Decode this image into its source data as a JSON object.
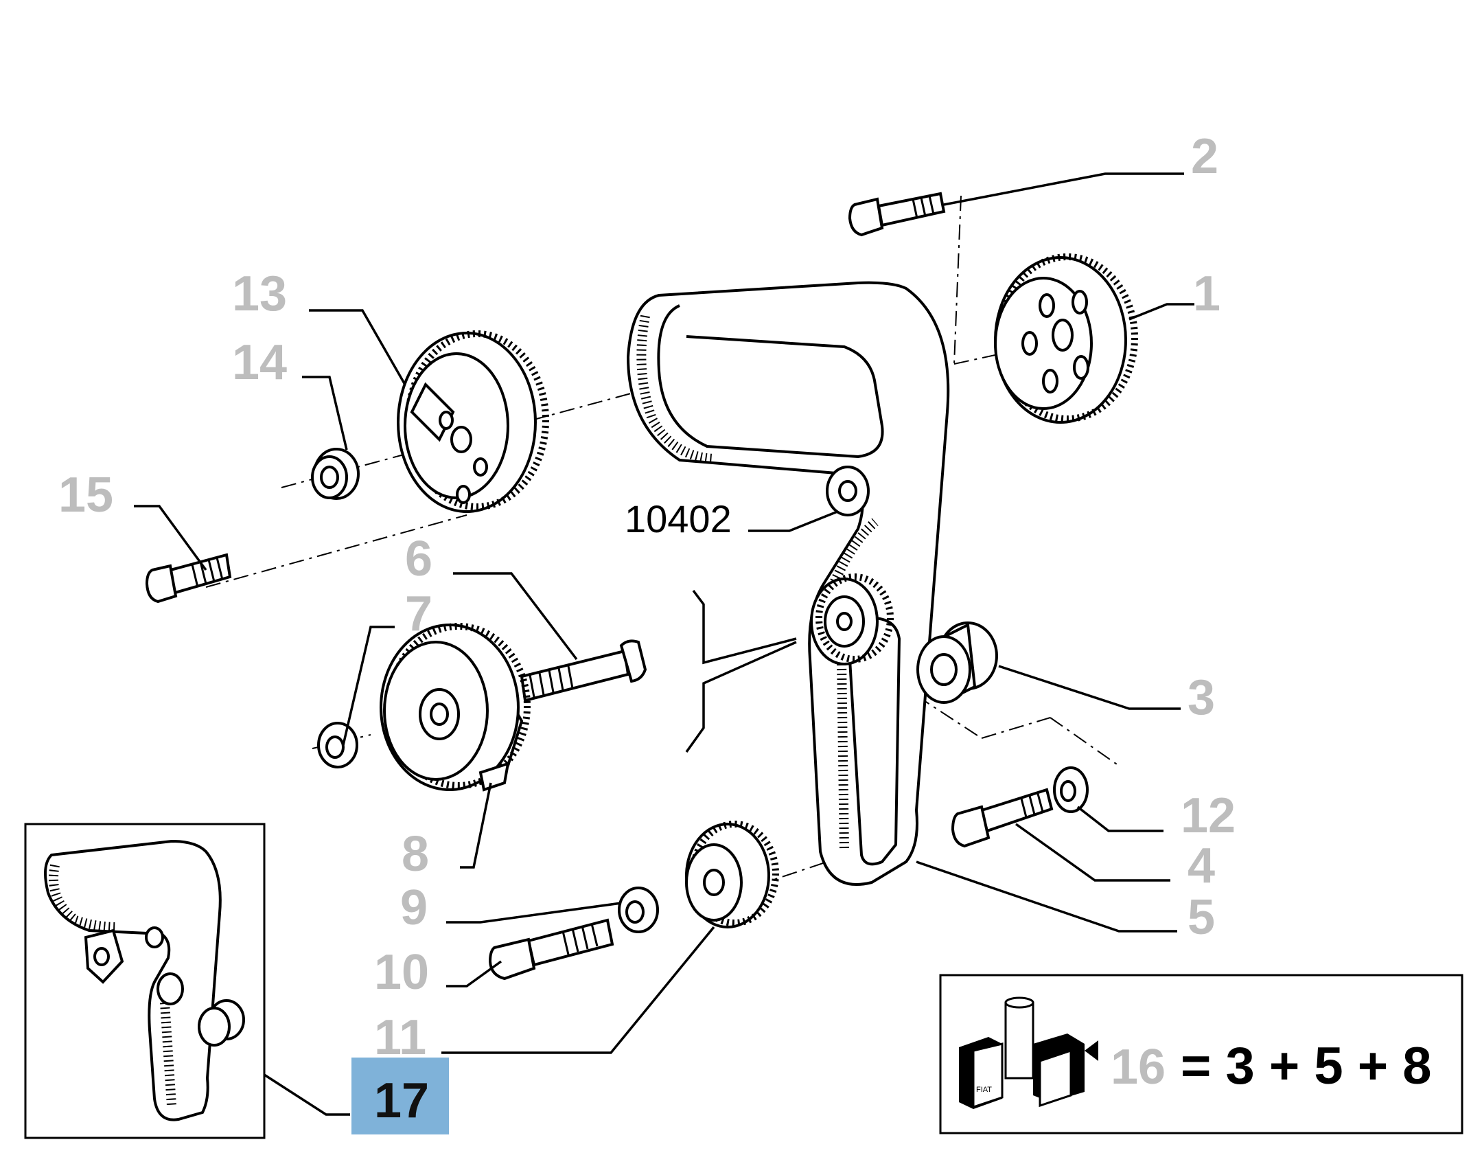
{
  "diagram": {
    "callouts": {
      "c1": "1",
      "c2": "2",
      "c3": "3",
      "c4": "4",
      "c5": "5",
      "c6": "6",
      "c7": "7",
      "c8": "8",
      "c9": "9",
      "c10": "10",
      "c11": "11",
      "c12": "12",
      "c13": "13",
      "c14": "14",
      "c15": "15",
      "c17": "17"
    },
    "reference_label": "10402",
    "kit": {
      "number": "16",
      "equation": "= 3 + 5 + 8",
      "box_brand": "FIAT"
    },
    "highlight_color": "#7fb2d9",
    "callout_color": "#bdbdbd"
  }
}
